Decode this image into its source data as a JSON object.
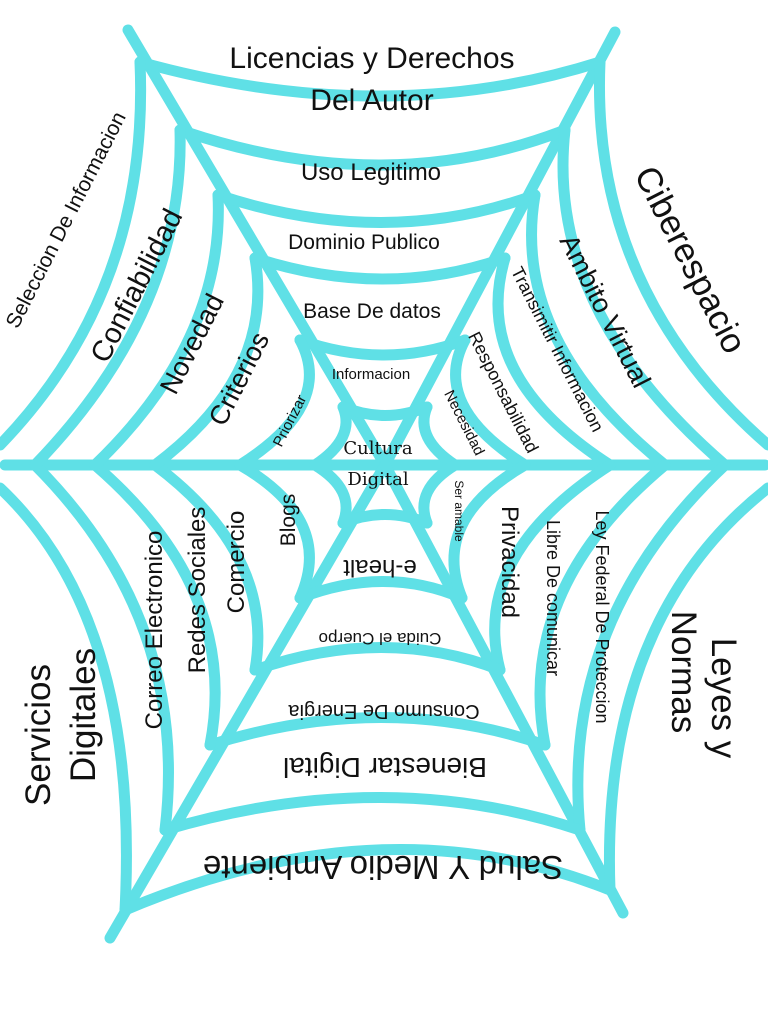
{
  "top": {
    "title_line1": "Licencias y Derechos",
    "title_line2": "Del Autor",
    "ring5": "Uso Legitimo",
    "ring4": "Dominio Publico",
    "ring3": "Base De datos",
    "ring2": "Informacion"
  },
  "center": {
    "line1": "Cultura",
    "line2": "Digital"
  },
  "upper_left": {
    "ring6": "Seleccion De Informacion",
    "ring5": "Confiabilidad",
    "ring4": "Novedad",
    "ring3": "Criterios",
    "ring2": "Priorizar"
  },
  "upper_right": {
    "ring6": "Ciberespacio",
    "ring5": "Ambito Virtual",
    "ring4": "Transimitir Informacion",
    "ring3": "Responsabilidad",
    "ring2": "Necesidad"
  },
  "lower_left": {
    "ring6_line1": "Servicios",
    "ring6_line2": "Digitales",
    "ring5": "Correo Electronico",
    "ring4": "Redes Sociales",
    "ring3": "Comercio",
    "ring2": "Blogs"
  },
  "lower_right": {
    "ring6_line1": "Leyes y",
    "ring6_line2": "Normas",
    "ring5": "Ley Federal De Proteccion",
    "ring4": "Libre De comunicar",
    "ring3": "Privacidad",
    "ring2": "Ser amable"
  },
  "bottom": {
    "ring6": "Salud Y Medio Ambiente",
    "ring5": "Bienestar Digital",
    "ring4": "Consumo De Energia",
    "ring3": "Cuida el Cuerpo",
    "ring2": "e-healt"
  },
  "colors": {
    "thread": "#5fe0e6",
    "text": "#111111"
  }
}
